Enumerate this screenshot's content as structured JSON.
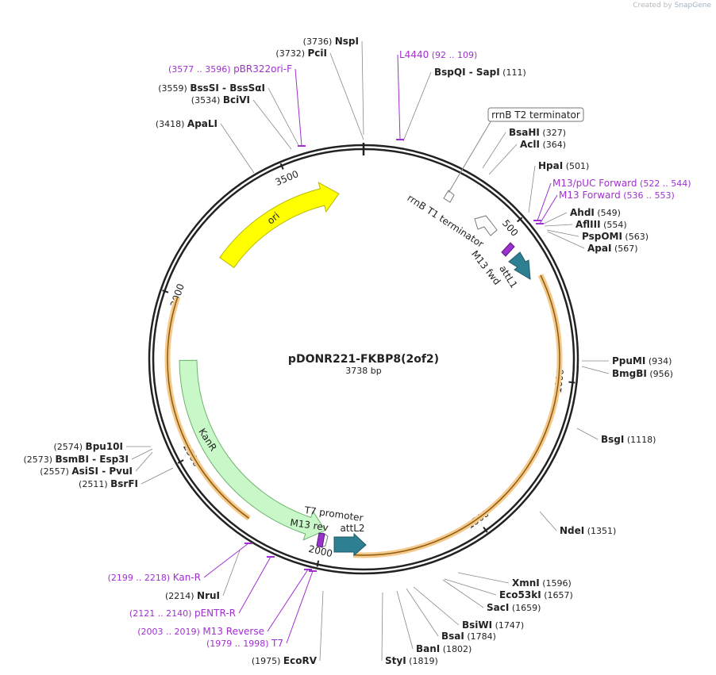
{
  "credit": {
    "prefix": "Created by",
    "brand": "SnapGene"
  },
  "plasmid": {
    "name": "pDONR221-FKBP8(2of2)",
    "length_label": "3738 bp",
    "length": 3738
  },
  "ruler": [
    {
      "label": "500",
      "pos": 500
    },
    {
      "label": "1000",
      "pos": 1000
    },
    {
      "label": "1500",
      "pos": 1500
    },
    {
      "label": "2000",
      "pos": 2000
    },
    {
      "label": "2500",
      "pos": 2500
    },
    {
      "label": "3000",
      "pos": 3000
    },
    {
      "label": "3500",
      "pos": 3500
    }
  ],
  "features": [
    {
      "name": "ori",
      "start": 3170,
      "end": 3650,
      "color": "#ffff00",
      "stroke": "#b8b800",
      "label_inside": "ori"
    },
    {
      "name": "KanR",
      "start": 2000,
      "end": 2800,
      "color": "#c8f8c8",
      "stroke": "#70b070",
      "label_inside": "KanR"
    },
    {
      "name": "attL1",
      "start": 580,
      "end": 660,
      "color": "#2f7f93",
      "stroke": "#1d5a68",
      "label": "attL1"
    },
    {
      "name": "attL2",
      "start": 1885,
      "end": 1950,
      "color": "#2f7f93",
      "stroke": "#1d5a68",
      "label": "attL2"
    }
  ],
  "outline_features": [
    {
      "name": "rrnB T1 terminator",
      "label": "rrnB T1 terminator"
    },
    {
      "name": "rrnB T2 terminator",
      "label": "rrnB T2 terminator"
    },
    {
      "name": "T7 promoter",
      "label": "T7 promoter"
    }
  ],
  "primer_marks": [
    {
      "name": "M13 fwd",
      "label": "M13 fwd"
    },
    {
      "name": "M13 rev",
      "label": "M13 rev"
    }
  ],
  "orange_arcs": [
    {
      "start": 670,
      "end": 1900
    },
    {
      "start": 2240,
      "end": 2995
    }
  ],
  "sites": [
    {
      "name": "NspI",
      "coord": "(3736)",
      "side": "left"
    },
    {
      "name": "PciI",
      "coord": "(3732)",
      "side": "left"
    },
    {
      "name": "BssSI - BssSαI",
      "coord": "(3559)",
      "side": "left"
    },
    {
      "name": "BciVI",
      "coord": "(3534)",
      "side": "left"
    },
    {
      "name": "ApaLI",
      "coord": "(3418)",
      "side": "left"
    },
    {
      "name": "BspQI - SapI",
      "coord": "(111)",
      "side": "right"
    },
    {
      "name": "BsaHI",
      "coord": "(327)",
      "side": "right"
    },
    {
      "name": "AclI",
      "coord": "(364)",
      "side": "right"
    },
    {
      "name": "HpaI",
      "coord": "(501)",
      "side": "right"
    },
    {
      "name": "AhdI",
      "coord": "(549)",
      "side": "right"
    },
    {
      "name": "AflIII",
      "coord": "(554)",
      "side": "right"
    },
    {
      "name": "PspOMI",
      "coord": "(563)",
      "side": "right"
    },
    {
      "name": "ApaI",
      "coord": "(567)",
      "side": "right"
    },
    {
      "name": "PpuMI",
      "coord": "(934)",
      "side": "right"
    },
    {
      "name": "BmgBI",
      "coord": "(956)",
      "side": "right"
    },
    {
      "name": "BsgI",
      "coord": "(1118)",
      "side": "right"
    },
    {
      "name": "NdeI",
      "coord": "(1351)",
      "side": "right"
    },
    {
      "name": "XmnI",
      "coord": "(1596)",
      "side": "right"
    },
    {
      "name": "Eco53kI",
      "coord": "(1657)",
      "side": "right"
    },
    {
      "name": "SacI",
      "coord": "(1659)",
      "side": "right"
    },
    {
      "name": "BsiWI",
      "coord": "(1747)",
      "side": "right"
    },
    {
      "name": "BsaI",
      "coord": "(1784)",
      "side": "right"
    },
    {
      "name": "BanI",
      "coord": "(1802)",
      "side": "right"
    },
    {
      "name": "StyI",
      "coord": "(1819)",
      "side": "right"
    },
    {
      "name": "EcoRV",
      "coord": "(1975)",
      "side": "left"
    },
    {
      "name": "NruI",
      "coord": "(2214)",
      "side": "left"
    },
    {
      "name": "BsrFI",
      "coord": "(2511)",
      "side": "left"
    },
    {
      "name": "AsiSI - PvuI",
      "coord": "(2557)",
      "side": "left"
    },
    {
      "name": "BsmBI - Esp3I",
      "coord": "(2573)",
      "side": "left"
    },
    {
      "name": "Bpu10I",
      "coord": "(2574)",
      "side": "left"
    }
  ],
  "primers": [
    {
      "name": "L4440",
      "range": "(92 .. 109)",
      "side": "right"
    },
    {
      "name": "pBR322ori-F",
      "range": "(3577 .. 3596)",
      "side": "left"
    },
    {
      "name": "M13/pUC Forward",
      "range": "(522 .. 544)",
      "side": "right"
    },
    {
      "name": "M13 Forward",
      "range": "(536 .. 553)",
      "side": "right"
    },
    {
      "name": "Kan-R",
      "range": "(2199 .. 2218)",
      "side": "left"
    },
    {
      "name": "pENTR-R",
      "range": "(2121 .. 2140)",
      "side": "left"
    },
    {
      "name": "M13 Reverse",
      "range": "(2003 .. 2019)",
      "side": "left"
    },
    {
      "name": "T7",
      "range": "(1979 .. 1998)",
      "side": "left"
    }
  ],
  "colors": {
    "primer": "#a030d0",
    "backbone": "#222222",
    "leader": "#808080"
  }
}
